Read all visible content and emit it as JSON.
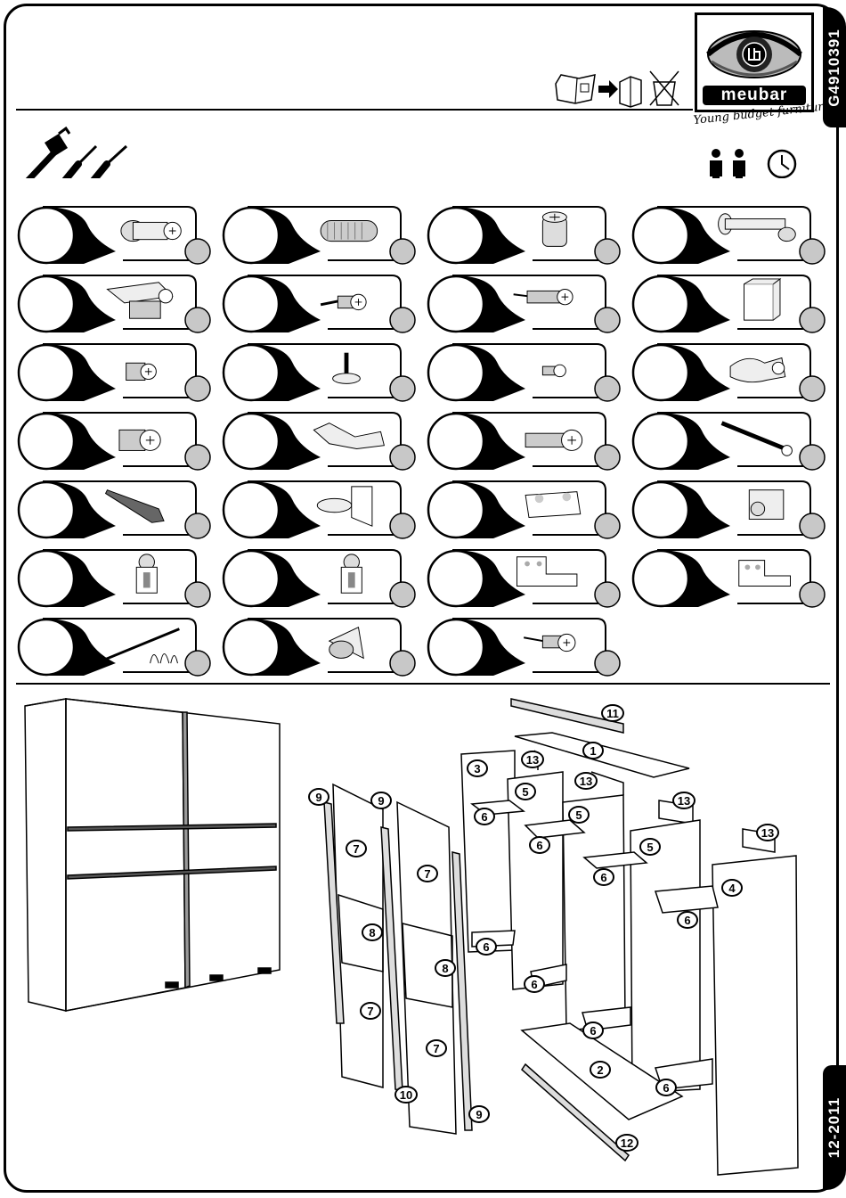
{
  "document_code": "G4910391",
  "date_code": "12-2011",
  "brand": {
    "name": "meubar",
    "tagline": "Young budget furniture"
  },
  "tools": [
    "hammer-icon",
    "phillips-screwdriver-icon",
    "flat-screwdriver-icon"
  ],
  "assembly_info": [
    "two-persons-icon",
    "clock-icon"
  ],
  "instruction_icons": [
    "manual-icon",
    "arrow-icon",
    "binder-icon",
    "no-dispose-icon"
  ],
  "parts": [
    {
      "icon": "cam-bolt-connector-icon"
    },
    {
      "icon": "wooden-dowel-icon"
    },
    {
      "icon": "cam-lock-icon"
    },
    {
      "icon": "shelf-pin-icon"
    },
    {
      "icon": "connector-housing-icon"
    },
    {
      "icon": "short-screw-icon"
    },
    {
      "icon": "long-screw-icon"
    },
    {
      "icon": "plastic-foot-icon"
    },
    {
      "icon": "euro-screw-icon"
    },
    {
      "icon": "shelf-support-icon"
    },
    {
      "icon": "small-screw-icon"
    },
    {
      "icon": "hanging-bracket-icon"
    },
    {
      "icon": "large-euro-screw-icon"
    },
    {
      "icon": "wall-anchor-icon"
    },
    {
      "icon": "flat-head-screw-icon"
    },
    {
      "icon": "rod-pin-icon"
    },
    {
      "icon": "felt-strip-icon"
    },
    {
      "icon": "angle-bracket-icon"
    },
    {
      "icon": "corner-block-icon"
    },
    {
      "icon": "door-roller-icon"
    },
    {
      "icon": "door-guide-plate-icon"
    },
    {
      "icon": "door-guide-plate-alt-icon"
    },
    {
      "icon": "u-channel-bracket-icon"
    },
    {
      "icon": "u-channel-bracket-small-icon"
    },
    {
      "icon": "brush-strip-icon"
    },
    {
      "icon": "corner-stop-icon"
    },
    {
      "icon": "wood-screw-icon"
    }
  ],
  "panel_labels": {
    "top": "1",
    "bottom": "2",
    "left_side": "3",
    "right_side": "4",
    "divider": "5",
    "shelf": "6",
    "door_panel_a": "7",
    "door_panel_b": "8",
    "door_frame": "9",
    "door_frame_bottom": "10",
    "top_rail": "11",
    "bottom_rail": "12",
    "back_strip": "13"
  }
}
